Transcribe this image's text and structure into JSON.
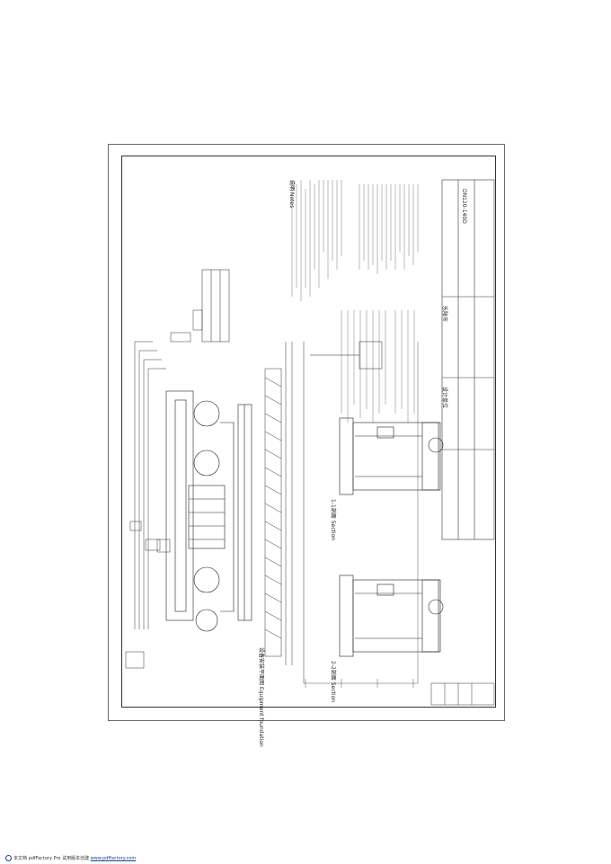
{
  "drawing": {
    "title_block": {
      "drawing_number": "DN120-140D",
      "project_label": "乐陵市",
      "unit_label": "设计单位"
    },
    "sections": {
      "main_section": "设备安装平面图 Equipment foundation",
      "cross_section_a": "1-1剖面 Section",
      "cross_section_b": "2-2剖面 Section"
    },
    "notes_header": "说明 Notes"
  },
  "footer": {
    "text": "本文档 pdfFactory Pro 试用版本创建",
    "link": "www.pdffactory.com"
  }
}
